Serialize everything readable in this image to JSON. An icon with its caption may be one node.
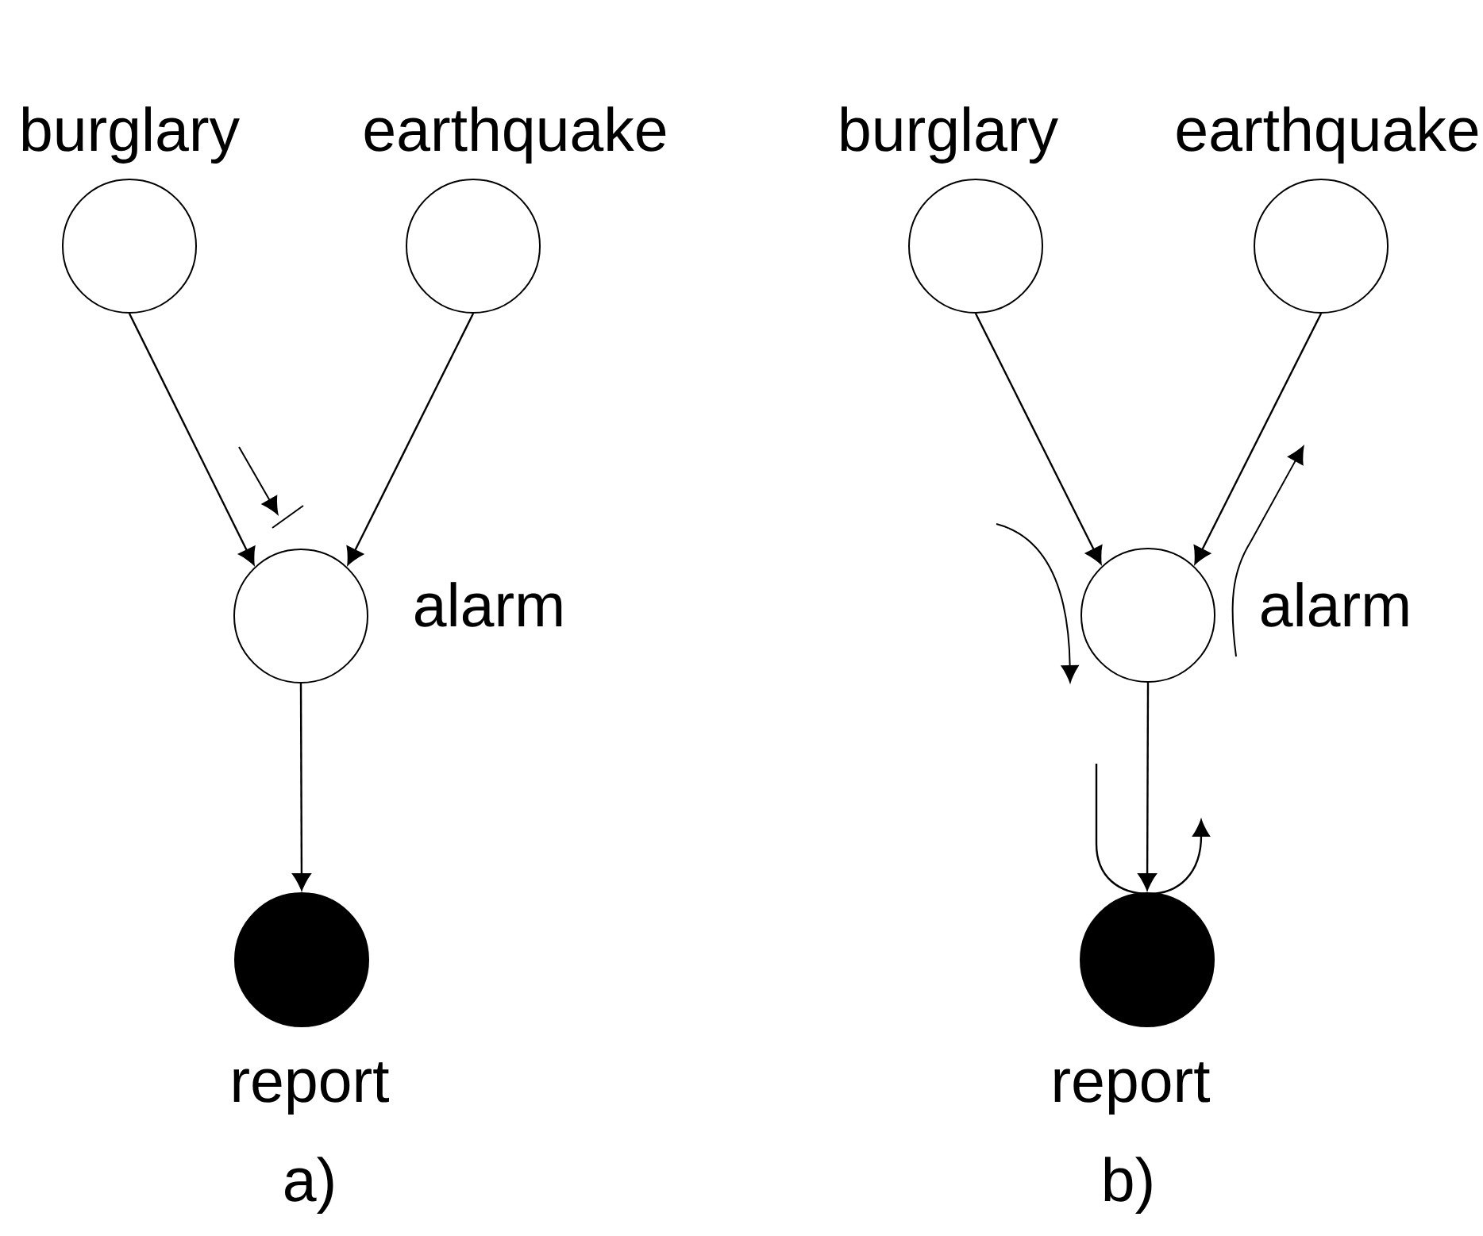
{
  "diagram": {
    "nodes": [
      {
        "text": [
          "burglary"
        ]
      },
      {
        "text": [
          "earthquake"
        ]
      },
      {
        "text": [
          "alarm"
        ]
      },
      {
        "text": [
          "report"
        ]
      },
      {
        "text": [
          "burglary"
        ]
      },
      {
        "text": [
          "earthquake"
        ]
      },
      {
        "text": [
          "alarm"
        ]
      },
      {
        "text": [
          "report"
        ]
      }
    ],
    "edges": [
      {
        "from": 0,
        "to": 2,
        "arrow": "to"
      },
      {
        "from": 1,
        "to": 2,
        "arrow": "to"
      },
      {
        "from": 2,
        "to": 3,
        "arrow": "to"
      },
      {
        "from": 4,
        "to": 6,
        "arrow": "to"
      },
      {
        "from": 5,
        "to": 6,
        "arrow": "to"
      },
      {
        "from": 6,
        "to": 7,
        "arrow": "to"
      }
    ],
    "labels": [
      "a)",
      "b)"
    ]
  }
}
